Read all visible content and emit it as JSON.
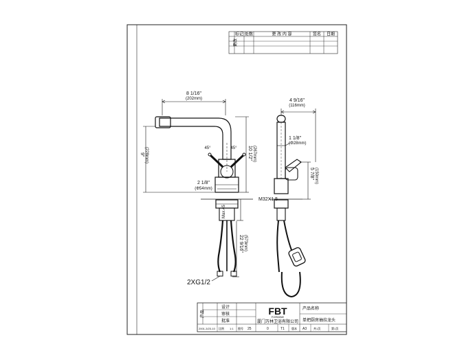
{
  "revision_table": {
    "headers": [
      "标记",
      "处数",
      "更 改 内 容",
      "签名",
      "日期"
    ],
    "side_label": "更改"
  },
  "front_view": {
    "overall_width": "8 1/16\"",
    "overall_width_mm": "(202mm)",
    "spout_height": "9\"",
    "spout_height_mm": "(228mm)",
    "total_height": "10 1/2\"",
    "total_height_mm": "(267mm)",
    "angle_left": "45°",
    "angle_right": "45°",
    "base_diameter": "2 1/8\"",
    "base_diameter_mm": "(Φ54mm)",
    "max_thickness": "Max.45",
    "hose_length": "22 9/16\"",
    "hose_length_mm": "(573mm)",
    "hose_thread": "2XG1/2"
  },
  "side_view": {
    "reach": "4 9/16\"",
    "reach_mm": "(116mm)",
    "body_diameter": "1 1/8\"",
    "body_diameter_mm": "(Φ28mm)",
    "handle_height": "5 7/8\"",
    "handle_height_mm": "(150mm)",
    "mount_thread": "M32X1.5"
  },
  "title_block": {
    "row_labels": [
      "设计",
      "审核",
      "批准"
    ],
    "side_label": "产品",
    "logo": "FBT",
    "logo_sub": "FORMINE",
    "company": "厦门万林卫浴有限公司",
    "product_name_label": "产品名称",
    "product_name": "单把厨房抽拉龙头",
    "bottom_row": [
      "2001-3/23-10",
      "比例",
      "1:1",
      "图号",
      "25",
      "0",
      "T1",
      "版本",
      "A3",
      "共1页",
      "第1页"
    ]
  }
}
